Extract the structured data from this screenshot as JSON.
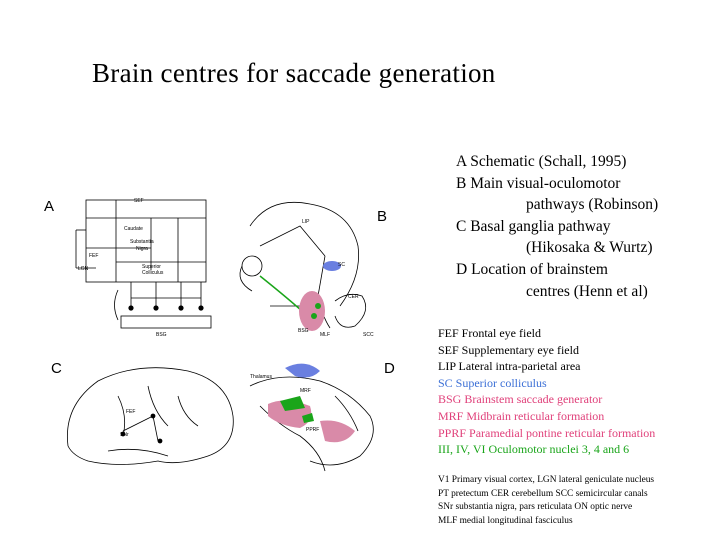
{
  "title": "Brain  centres  for  saccade  generation",
  "panels": {
    "a": {
      "letter": "A",
      "labels": {
        "sef": "SEF",
        "caudate": "Caudate",
        "substantia": "Substantia",
        "nigra": "Nigra",
        "fef": "FEF",
        "lgn": "LGN",
        "superior": "Superior",
        "colliculus": "Colliculus",
        "bsg": "BSG"
      }
    },
    "b": {
      "letter": "B",
      "labels": {
        "lip": "LIP",
        "sc": "SC",
        "cer": "CER",
        "scc": "SCC",
        "bsg": "BSG",
        "mlf": "MLF"
      }
    },
    "c": {
      "letter": "C",
      "labels": {
        "fef": "FEF",
        "snr": "SNr"
      }
    },
    "d": {
      "letter": "D",
      "labels": {
        "thalamus": "Thalamus",
        "mrf": "MRF",
        "pprf": "PPRF"
      }
    }
  },
  "captions": [
    "A  Schematic  (Schall, 1995)",
    "B  Main  visual-oculomotor",
    "pathways  (Robinson)",
    "C   Basal ganglia pathway",
    "(Hikosaka & Wurtz)",
    "D  Location of brainstem",
    "centres  (Henn et al)"
  ],
  "legend": [
    {
      "text": "FEF  Frontal  eye  field",
      "color": "#000000"
    },
    {
      "text": "SEF  Supplementary  eye  field",
      "color": "#000000"
    },
    {
      "text": "LIP   Lateral intra-parietal  area",
      "color": "#000000"
    },
    {
      "text": "SC    Superior  colliculus",
      "color": "#3b6fd6"
    },
    {
      "text": "BSG  Brainstem  saccade  generator",
      "color": "#e0407a"
    },
    {
      "text": "MRF Midbrain reticular formation",
      "color": "#e0407a"
    },
    {
      "text": "PPRF  Paramedial pontine reticular formation",
      "color": "#e0407a"
    },
    {
      "text": "III, IV, VI   Oculomotor nuclei 3, 4 and 6",
      "color": "#1aa51a"
    }
  ],
  "notes": [
    "V1  Primary visual cortex,  LGN  lateral geniculate nucleus",
    "PT  pretectum    CER  cerebellum   SCC semicircular canals",
    "SNr  substantia nigra, pars reticulata  ON   optic nerve",
    "MLF  medial longitudinal fasciculus"
  ]
}
